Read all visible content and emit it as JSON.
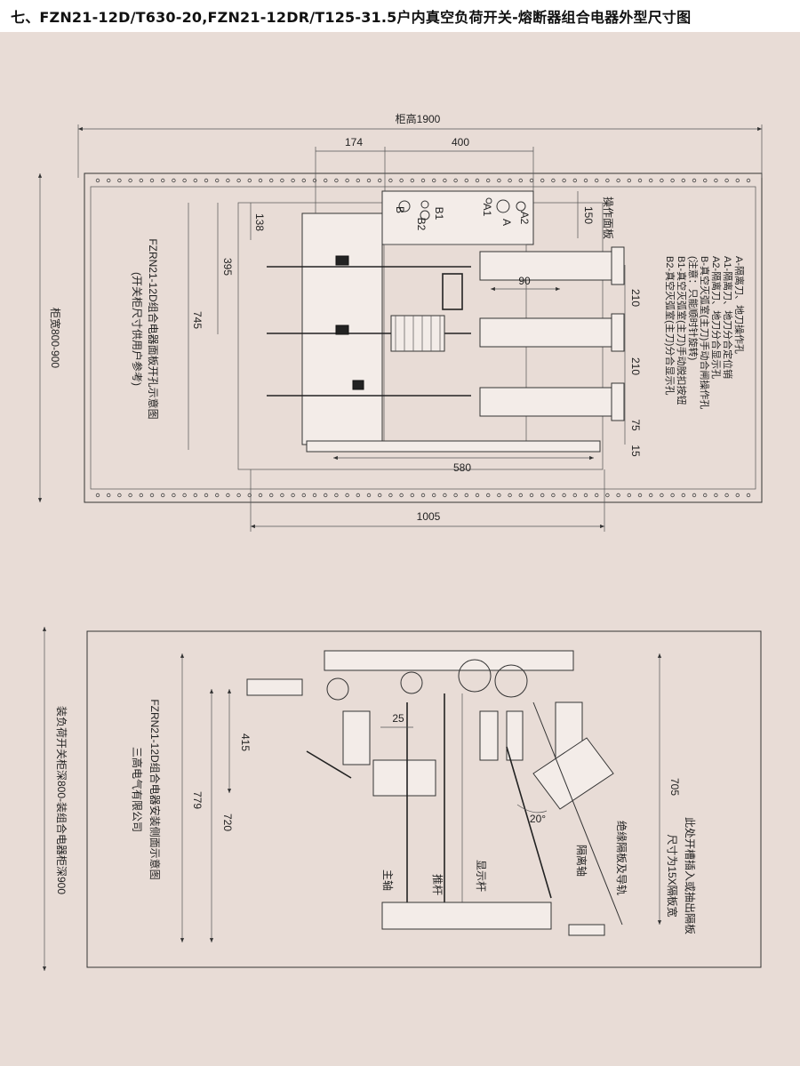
{
  "title": "七、FZN21-12D/T630-20,FZN21-12DR/T125-31.5户内真空负荷开关-熔断器组合电器外型尺寸图",
  "top_view": {
    "dims": {
      "cabinet_height": "柜高1900",
      "d174": "174",
      "d400": "400",
      "d138": "138",
      "d395": "395",
      "d745": "745",
      "d150": "150",
      "d90": "90",
      "d210a": "210",
      "d210b": "210",
      "d75": "75",
      "d15": "15",
      "d580": "580",
      "d1005": "1005",
      "cabinet_width": "柜宽800-900"
    },
    "markers": {
      "B": "B",
      "B2": "B2",
      "B1": "B1",
      "A1": "A1",
      "A": "A",
      "A2": "A2"
    },
    "panel_label": "操作面板",
    "caption_main": "FZRN21-12D组合电器面板开孔示意图",
    "caption_sub": "(开关柜尺寸供用户参考)",
    "legend": [
      "A-隔离刀、地刀操作孔",
      "A1-隔离刀、地刀分合定位销",
      "A2-隔离刀、地刀分合显示孔",
      "B-真空灭弧室(主刀)手动合闸操作孔",
      "(注意：只能顺时针旋转)",
      "B1-真空灭弧室(主刀)手动脱扣按钮",
      "B2-真空灭弧室(主刀)分合显示孔"
    ]
  },
  "side_view": {
    "dims": {
      "d415": "415",
      "d25": "25",
      "d779": "779",
      "d720": "720",
      "d705": "705",
      "angle": "20°"
    },
    "labels": {
      "main_shaft": "主轴",
      "push_rod": "推杆",
      "display_rod": "显示杆",
      "isolation_shaft": "隔离轴",
      "partition": "绝缘隔板及导轨",
      "slot_line1": "此处开槽插入或抽出隔板",
      "slot_line2": "尺寸为15X隔板宽",
      "depth": "装负荷开关柜深800-装组合电器柜深900"
    },
    "caption_main": "FZRN21-12D组合电器安装侧面示意图",
    "company": "三高电气有限公司"
  }
}
